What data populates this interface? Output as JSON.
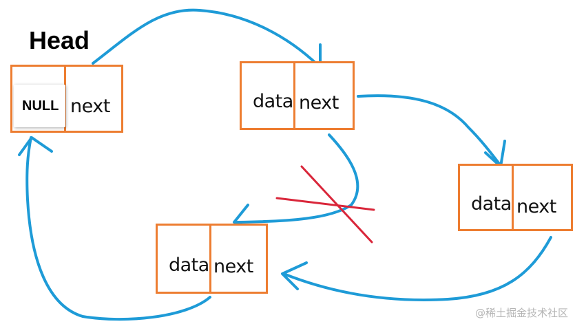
{
  "head_label": "Head",
  "null_label": "NULL",
  "nodes": [
    {
      "data_label": "",
      "next_label": "next"
    },
    {
      "data_label": "data",
      "next_label": "next"
    },
    {
      "data_label": "data",
      "next_label": "next"
    },
    {
      "data_label": "data",
      "next_label": "next"
    }
  ],
  "watermark": "@稀土掘金技术社区",
  "colors": {
    "node_border": "#ED7D31",
    "arrow": "#1E9BD7",
    "cross": "#D9263A",
    "text": "#111111"
  }
}
